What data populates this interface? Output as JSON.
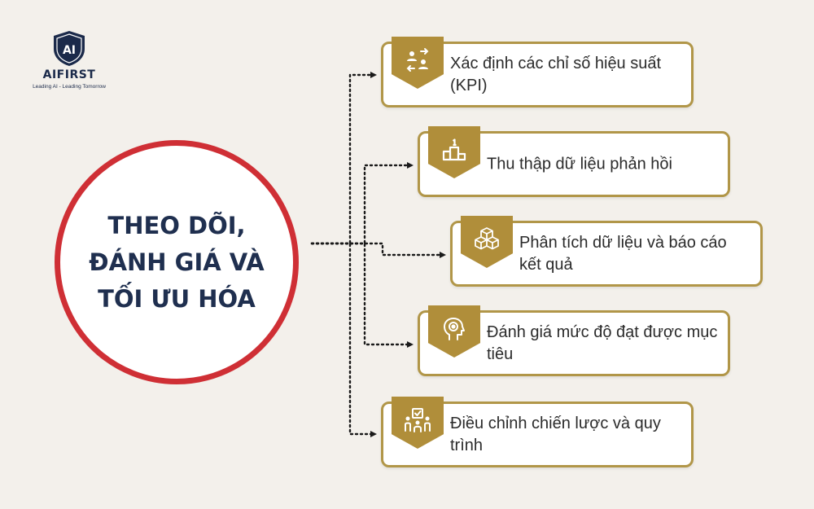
{
  "logo": {
    "mark": "AI",
    "name": "AIFIRST",
    "tagline": "Leading AI - Leading Tomorrow"
  },
  "center": {
    "title_line1": "THEO DÕI,",
    "title_line2": "ĐÁNH GIÁ VÀ",
    "title_line3": "TỐI ƯU HÓA"
  },
  "steps": [
    {
      "text": "Xác định các chỉ số hiệu suất (KPI)",
      "icon": "users-exchange-icon"
    },
    {
      "text": "Thu thập dữ liệu phản hồi",
      "icon": "podium-icon"
    },
    {
      "text": "Phân tích dữ liệu và báo cáo kết quả",
      "icon": "cubes-icon"
    },
    {
      "text": "Đánh giá mức độ đạt được mục tiêu",
      "icon": "head-target-icon"
    },
    {
      "text": "Điều chỉnh chiến lược và quy trình",
      "icon": "team-checklist-icon"
    }
  ],
  "colors": {
    "accent_gold": "#b08e3a",
    "card_border": "#b19648",
    "circle_border": "#cf2f35",
    "title_navy": "#1f2f4f",
    "background": "#f3f0eb"
  }
}
